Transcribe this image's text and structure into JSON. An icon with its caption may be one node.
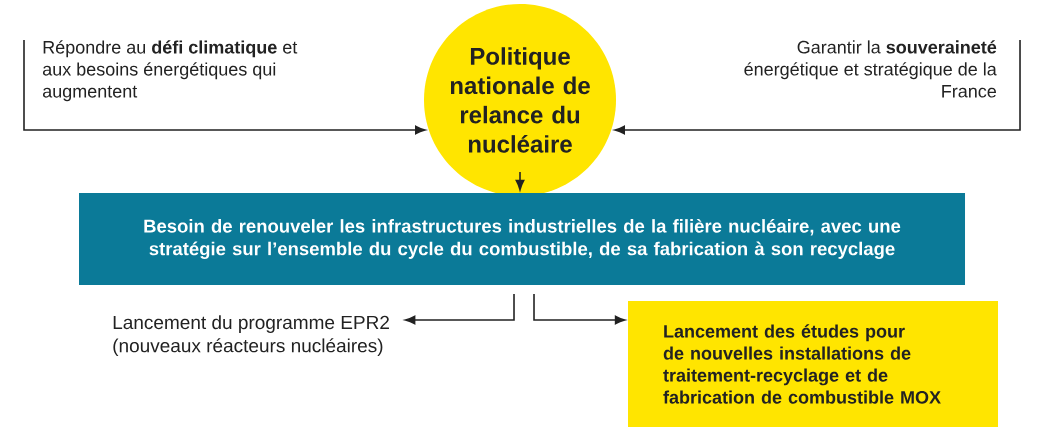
{
  "diagram": {
    "nodes": [
      {
        "text": [
          "Répondre au **défi climatique** et aux besoins énergétiques qui augmentent"
        ]
      },
      {
        "text": [
          "Garantir la **souveraineté** énergétique et stratégique de la France"
        ]
      },
      {
        "text": [
          "Politique nationale de relance du nucléaire"
        ]
      },
      {
        "text": [
          "Besoin de renouveler les infrastructures industrielles de la filière nucléaire, avec une stratégie sur l’ensemble du cycle du combustible, de sa fabrication à son recyclage"
        ]
      },
      {
        "text": [
          "Lancement du programme EPR2 (nouveaux réacteurs nucléaires)"
        ]
      },
      {
        "text": [
          "Lancement des études pour de nouvelles installations de traitement-recyclage et de fabrication de combustible MOX"
        ]
      }
    ],
    "edges": [
      {
        "from": 0,
        "to": 2,
        "arrow": "to"
      },
      {
        "from": 1,
        "to": 2,
        "arrow": "to"
      },
      {
        "from": 2,
        "to": 3,
        "arrow": "to"
      },
      {
        "from": 3,
        "to": 4,
        "arrow": "to"
      },
      {
        "from": 3,
        "to": 5,
        "arrow": "to"
      }
    ]
  }
}
